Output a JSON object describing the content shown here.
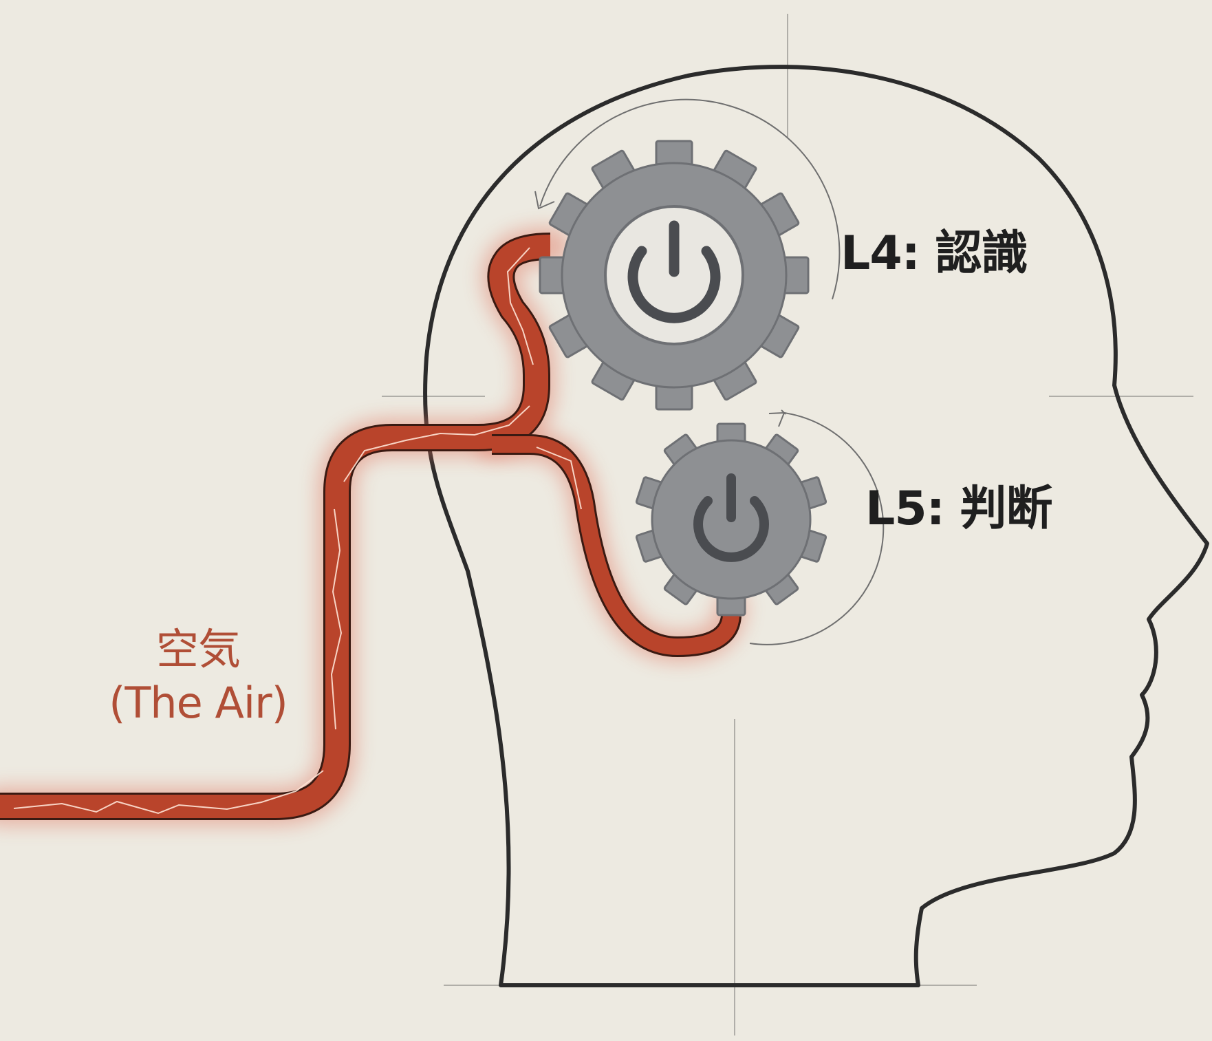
{
  "labels": {
    "gear_upper": "L4: 認識",
    "gear_lower": "L5: 判断",
    "air_jp": "空気",
    "air_en": "(The Air)"
  },
  "colors": {
    "background": "#edeae1",
    "head_outline": "#2b2b2b",
    "gear_fill": "#8e9093",
    "gear_inner": "#e9e7e1",
    "power_icon": "#4a4c50",
    "wire": "#b9442b",
    "wire_glow": "#e0705a",
    "air_text": "#b04e36"
  },
  "icons": {
    "gear_upper": "power-icon",
    "gear_lower": "power-icon"
  }
}
